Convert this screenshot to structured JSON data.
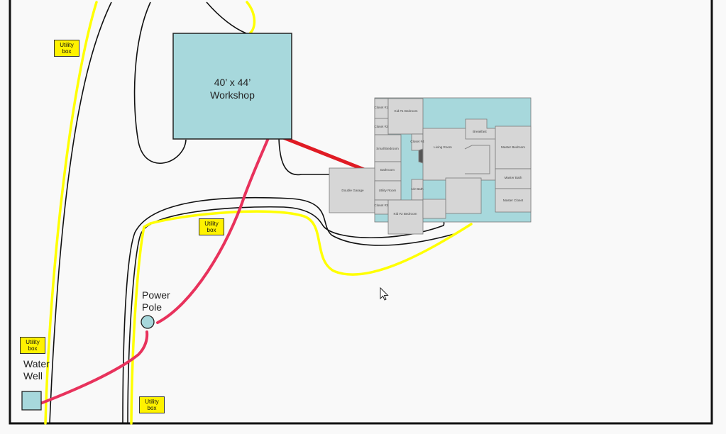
{
  "labels": {
    "workshop_line1": "40’ x 44’",
    "workshop_line2": "Workshop",
    "power_pole_line1": "Power",
    "power_pole_line2": "Pole",
    "water_well_line1": "Water",
    "water_well_line2": "Well",
    "utility_box_line1": "Utility",
    "utility_box_line2": "box"
  },
  "rooms": {
    "closet1": "Closet #1",
    "closet2": "Closet #2",
    "bedroom1": "Kid #1 Bedroom",
    "small_bedroom": "Small Bedroom",
    "closet4": "Closet #4",
    "bathroom": "Bathroom",
    "living_room": "Living Room",
    "breakfast": "Breakfast",
    "master_bedroom": "Master Bedroom",
    "master_bath": "Master Bath",
    "master_closet": "Master Closet",
    "double_garage": "Double Garage",
    "utility_room": "Utility Room",
    "half_bath": "1/2 Bath",
    "closet3": "Closet #3",
    "bedroom2": "Kid #2 Bedroom"
  },
  "colors": {
    "utility_line": "#ffff00",
    "power_line": "#e8325c",
    "workshop_power_line": "#e01b24",
    "road": "#111111",
    "building": "#a7d8dc",
    "house_room": "#d6d6d6",
    "utility_box": "#fff200",
    "background": "#f9f9f9"
  }
}
